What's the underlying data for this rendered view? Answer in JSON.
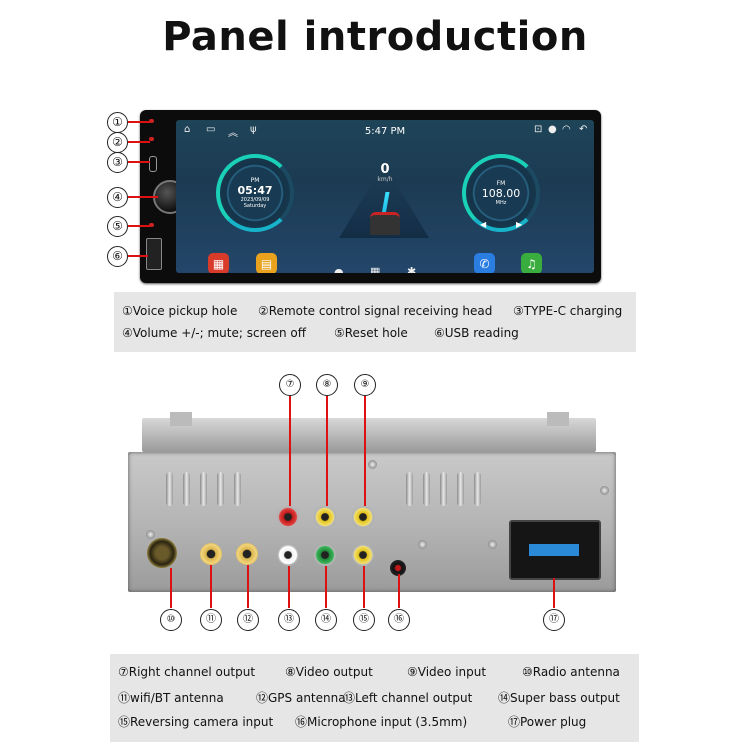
{
  "title": "Panel introduction",
  "screen": {
    "time": "5:47 PM",
    "speed": "0",
    "speed_unit": "km/h",
    "clock_period": "PM",
    "clock_time": "05:47",
    "clock_date": "2023/09/09",
    "clock_day": "Saturday",
    "radio_band": "FM",
    "radio_freq": "108.00",
    "radio_unit": "MHz"
  },
  "front_labels": [
    "①",
    "②",
    "③",
    "④",
    "⑤",
    "⑥"
  ],
  "front_caption": {
    "row1": [
      "①Voice pickup hole",
      "②Remote control signal receiving head",
      "③TYPE-C charging"
    ],
    "row2": [
      "④Volume +/-; mute; screen off",
      "⑤Reset hole",
      "⑥USB reading"
    ]
  },
  "back_top_labels": [
    "⑦",
    "⑧",
    "⑨"
  ],
  "back_bottom_labels": [
    "⑩",
    "⑪",
    "⑫",
    "⑬",
    "⑭",
    "⑮",
    "⑯",
    "⑰"
  ],
  "back_caption": {
    "row1": [
      "⑦Right channel output",
      "⑧Video output",
      "⑨Video input",
      "⑩Radio antenna"
    ],
    "row2": [
      "⑪wifi/BT antenna",
      "⑫GPS antenna",
      "⑬Left channel output",
      "⑭Super bass output"
    ],
    "row3": [
      "⑮Reversing camera input",
      "⑯Microphone input (3.5mm)",
      "⑰Power plug"
    ]
  },
  "colors": {
    "label_lead": "#d11111",
    "caption_bg": "#e6e6e6",
    "rca_red": "#c21a1a",
    "rca_yellow": "#e3c21c",
    "rca_white": "#f0f0f0",
    "rca_green": "#1f8a3a",
    "antenna_gold": "#d9b24a"
  }
}
